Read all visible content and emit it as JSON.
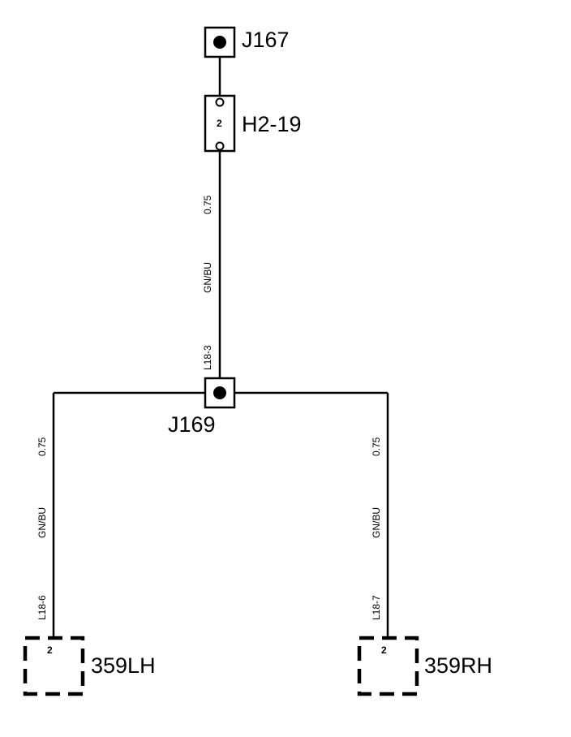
{
  "connectors": {
    "j167": {
      "label": "J167"
    },
    "h2_19": {
      "label": "H2-19",
      "pin": "2"
    },
    "j169": {
      "label": "J169"
    },
    "lh": {
      "label": "359LH",
      "pin": "2"
    },
    "rh": {
      "label": "359RH",
      "pin": "2"
    }
  },
  "wires": {
    "main": {
      "gauge": "0.75",
      "color": "GN/BU",
      "id": "L18-3"
    },
    "left": {
      "gauge": "0.75",
      "color": "GN/BU",
      "id": "L18-6"
    },
    "right": {
      "gauge": "0.75",
      "color": "GN/BU",
      "id": "L18-7"
    }
  },
  "colors": {
    "ink": "#000000",
    "background": "#ffffff"
  }
}
